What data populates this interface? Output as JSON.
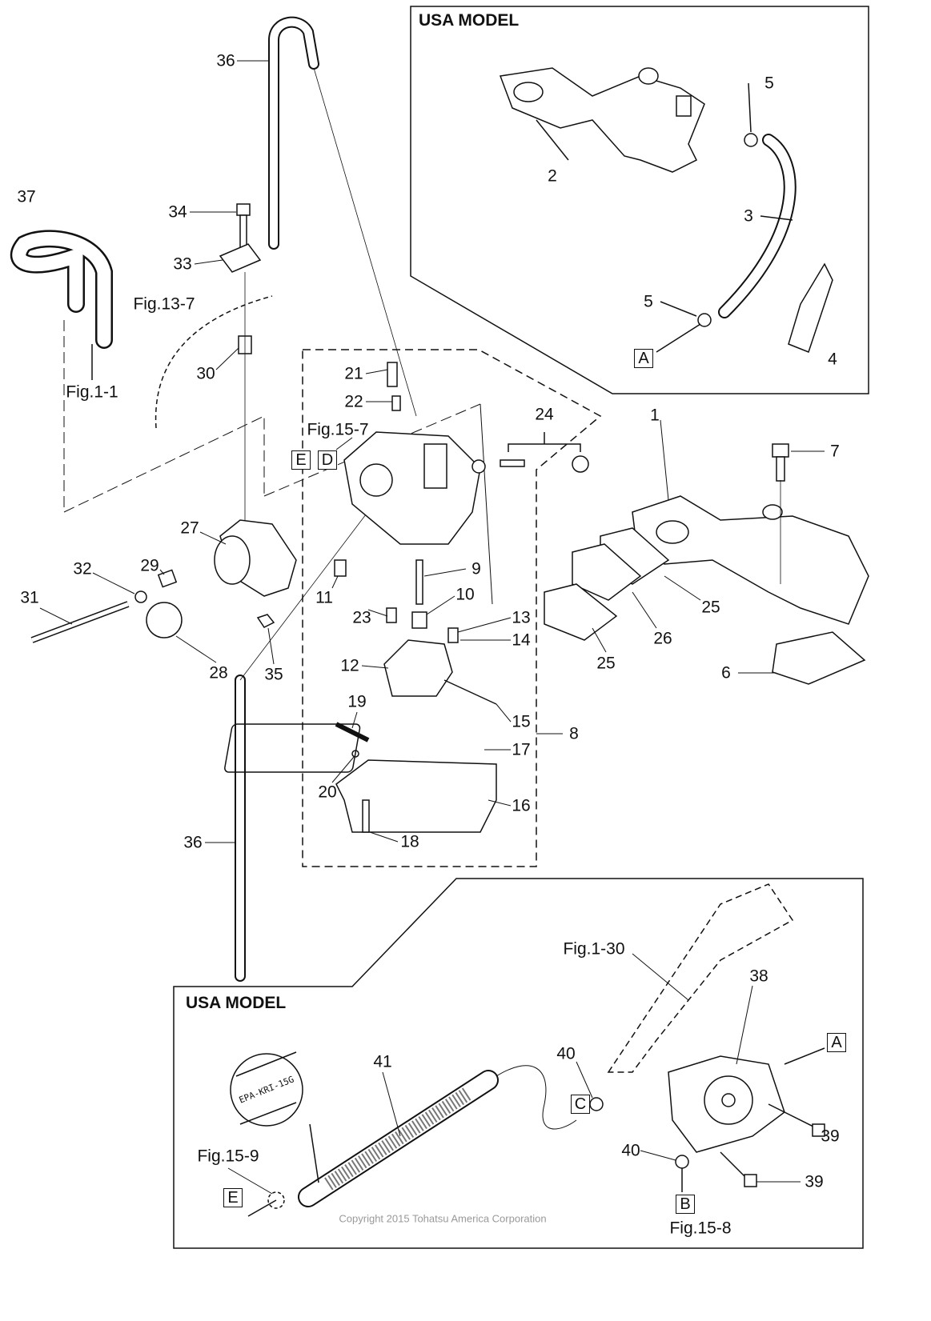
{
  "top_inset": {
    "title": "USA MODEL"
  },
  "bottom_inset": {
    "title": "USA MODEL"
  },
  "labels": {
    "p5a": "5",
    "p2": "2",
    "p3": "3",
    "p5b": "5",
    "p4": "4",
    "p36a": "36",
    "p37": "37",
    "p34": "34",
    "p33": "33",
    "fig13_7": "Fig.13-7",
    "p30": "30",
    "fig1_1": "Fig.1-1",
    "p21": "21",
    "p22": "22",
    "fig15_7": "Fig.15-7",
    "p24": "24",
    "p7": "7",
    "p1": "1",
    "p27": "27",
    "p29": "29",
    "p32": "32",
    "p31": "31",
    "p28": "28",
    "p35": "35",
    "p11": "11",
    "p23": "23",
    "p9": "9",
    "p10": "10",
    "p13": "13",
    "p14": "14",
    "p12": "12",
    "p15": "15",
    "p19": "19",
    "p17": "17",
    "p8": "8",
    "p20": "20",
    "p16": "16",
    "p18": "18",
    "p36b": "36",
    "p25a": "25",
    "p26": "26",
    "p25b": "25",
    "p6": "6",
    "fig1_30": "Fig.1-30",
    "p38": "38",
    "p41": "41",
    "p40a": "40",
    "p39a": "39",
    "p40b": "40",
    "p39b": "39",
    "fig15_9": "Fig.15-9",
    "fig15_8": "Fig.15-8"
  },
  "ref_boxes": {
    "A_top": "A",
    "E_mid": "E",
    "D_mid": "D",
    "A_bot": "A",
    "C_bot": "C",
    "E_bot": "E",
    "B_bot": "B"
  },
  "hose_marking": "EPA-KRI-15G",
  "copyright": "Copyright 2015 Tohatsu America Corporation"
}
